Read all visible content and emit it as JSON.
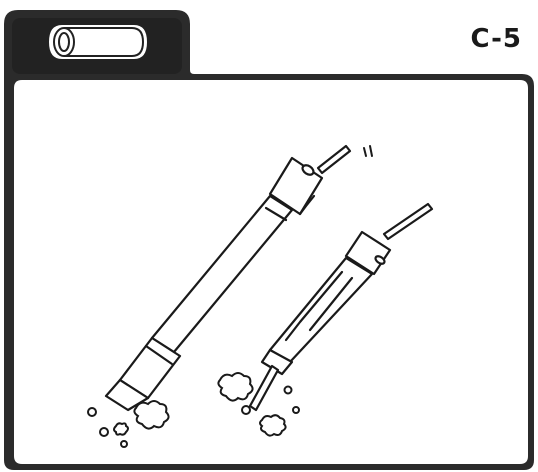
{
  "step": {
    "label": "C-5"
  },
  "tab": {
    "icon": "tube-part-icon"
  },
  "illustration": {
    "left_tool": "telescopic-tube-with-rod",
    "right_tool": "rod-with-clip",
    "click_mark": "ıı",
    "particles": "dust-debris"
  },
  "colors": {
    "frame": "#2b2b2b",
    "tab_fill": "#222222",
    "line": "#1a1a1a",
    "background": "#ffffff"
  }
}
